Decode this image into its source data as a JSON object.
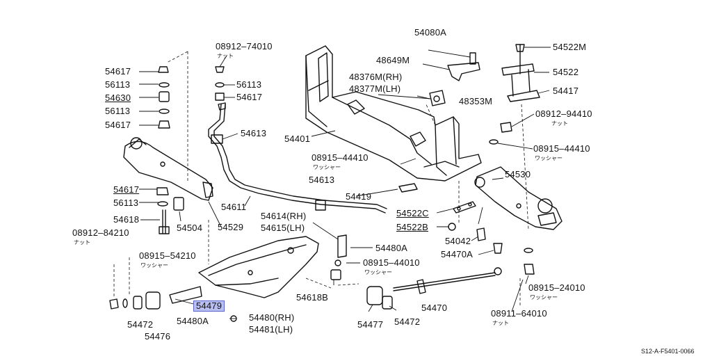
{
  "labels": {
    "l54617a": "54617",
    "l56113a": "56113",
    "l54630": "54630",
    "l56113b": "56113",
    "l54617b": "54617",
    "l08912_74010": "08912–74010",
    "l56113c": "56113",
    "l54617c": "54617",
    "l54613a": "54613",
    "l54401": "54401",
    "l08915_44410a": "08915–44410",
    "l54613b": "54613",
    "l54419": "54419",
    "l54617d": "54617",
    "l56113d": "56113",
    "l54618": "54618",
    "l54504": "54504",
    "l54611": "54611",
    "l54529": "54529",
    "l08912_84210": "08912–84210",
    "l54614": "54614(RH)",
    "l54615": "54615(LH)",
    "l54480A_a": "54480A",
    "l08915_54210": "08915–54210",
    "l08915_44010": "08915–44010",
    "l54618B": "54618B",
    "l54479": "54479",
    "l54480A_b": "54480A",
    "l54480": "54480(RH)",
    "l54481": "54481(LH)",
    "l54472a": "54472",
    "l54476": "54476",
    "l54477": "54477",
    "l54472b": "54472",
    "l54470": "54470",
    "l54080A": "54080A",
    "l48649M": "48649M",
    "l48376M": "48376M(RH)",
    "l48377M": "48377M(LH)",
    "l48353M": "48353M",
    "l54522M": "54522M",
    "l54522": "54522",
    "l54417": "54417",
    "l08912_94410": "08912–94410",
    "l08915_44410b": "08915–44410",
    "l54530": "54530",
    "l54522C": "54522C",
    "l54522B": "54522B",
    "l54042": "54042",
    "l54470A": "54470A",
    "l08915_24010": "08915–24010",
    "l08911_64010": "08911–64010"
  },
  "annotations": {
    "nut_a": "ナット",
    "nut_b": "ナット",
    "nut_c": "ナット",
    "nut_d": "ナット",
    "washer_a": "ワッシャー",
    "washer_b": "ワッシャー",
    "washer_c": "ワッシャー",
    "washer_d": "ワッシャー",
    "washer_e": "ワッシャー"
  },
  "diagram_code": "S12-A-F5401-0066",
  "highlight": {
    "part": "54479",
    "color": "#b9bff0",
    "border": "#5a63c9"
  }
}
